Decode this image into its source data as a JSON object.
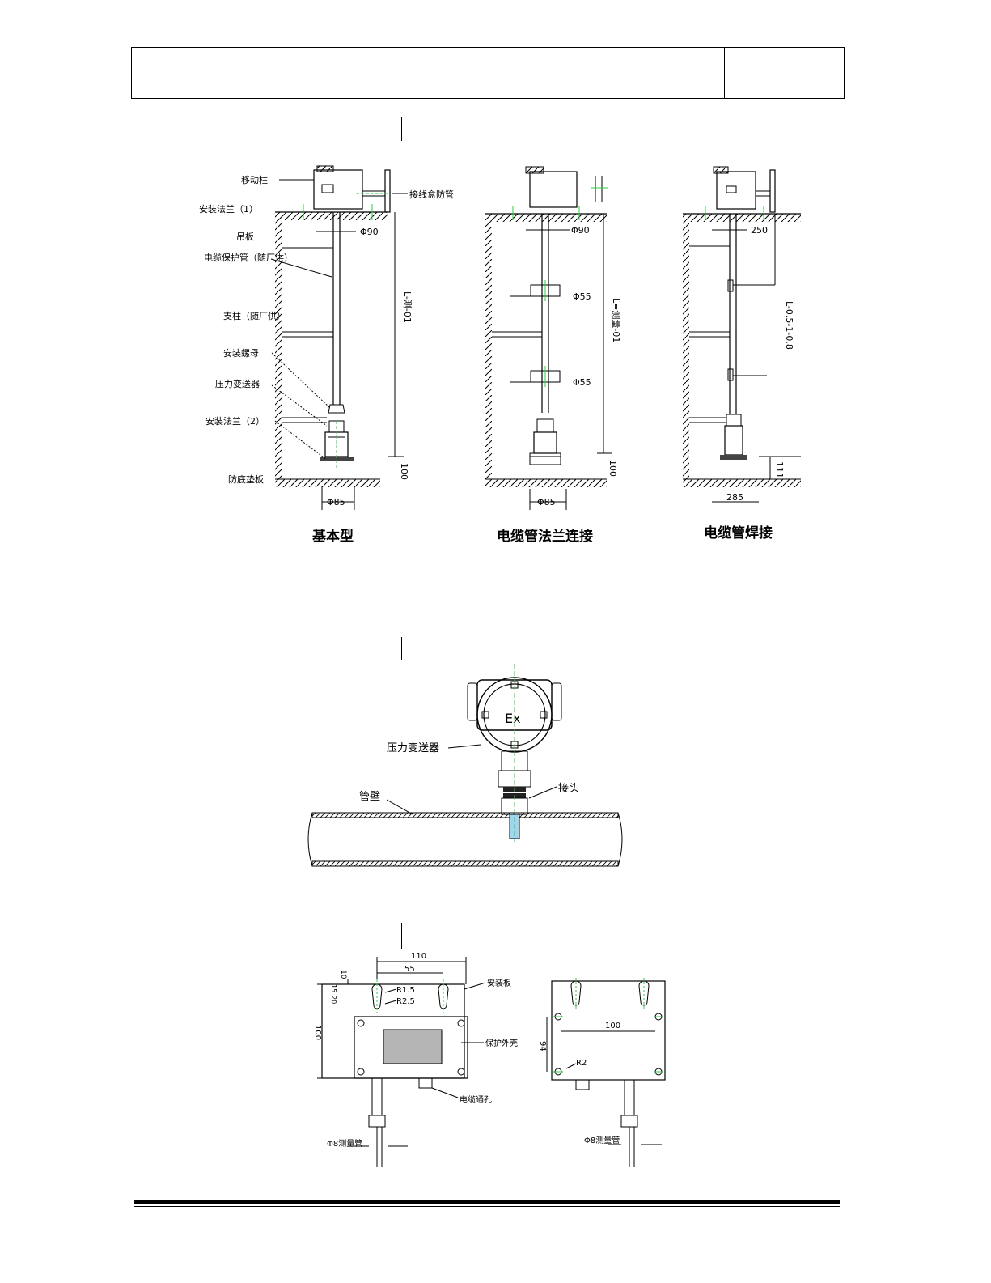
{
  "fig1": {
    "labels_left": [
      "移动柱",
      "安装法兰（1）",
      "吊板",
      "电缆保护管（随厂供）",
      "支柱（随厂供）",
      "安装螺母",
      "压力变送器",
      "安装法兰（2）",
      "防底垫板"
    ],
    "label_right": "接线盒防管",
    "dims_basic": {
      "phi90": "Φ90",
      "length": "L-测-01",
      "bottom": "100",
      "phi85": "Φ85"
    },
    "dims_flange": {
      "phi90": "Φ90",
      "phi55a": "Φ55",
      "phi55b": "Φ55",
      "length": "L=测量-01",
      "bottom": "100",
      "phi85": "Φ85"
    },
    "dims_weld": {
      "top": "250",
      "length": "L-0.5-1-0.8",
      "bottom": "111",
      "width": "285"
    },
    "captions": [
      "基本型",
      "电缆管法兰连接",
      "电缆管焊接"
    ]
  },
  "fig2": {
    "ex_mark": "Ex",
    "label_transmitter": "压力变送器",
    "label_wall": "管壁",
    "label_joint": "接头"
  },
  "fig3": {
    "dim_110": "110",
    "dim_55": "55",
    "dim_10": "10",
    "dim_15": "15",
    "dim_20": "20",
    "dim_100v": "100",
    "r15": "R1.5",
    "r25": "R2.5",
    "label_plate": "安装板",
    "label_shell": "保护外壳",
    "label_cable": "电缆通孔",
    "label_tube_left": "Φ8测量管",
    "dim_100h": "100",
    "dim_94": "94",
    "r2": "R2",
    "label_tube_right": "Φ8测量管"
  }
}
